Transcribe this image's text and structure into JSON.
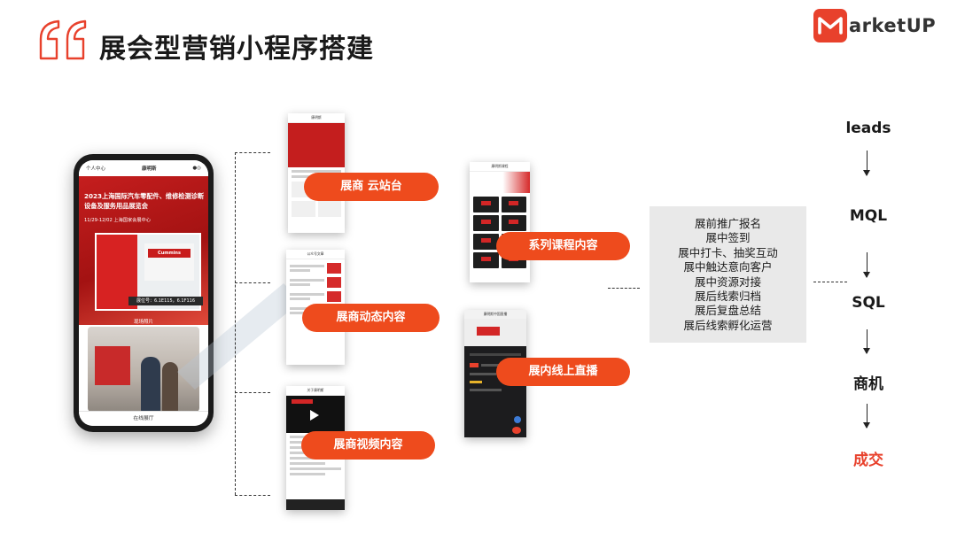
{
  "header": {
    "title": "展会型营销小程序搭建",
    "logo_text": "arketUP"
  },
  "phone": {
    "status_left": "个人中心",
    "status_center": "康明斯",
    "hero_title": "2023上海国际汽车零配件、维修检测诊断设备及服务用品展览会",
    "hero_subtitle": "11/29-12/02  上海国家会展中心",
    "booth_brand": "Cummins",
    "booth_number": "展位号：6.1E115，6.1F116",
    "photo_label": "现场照片",
    "footer_label": "在线展厅"
  },
  "mini_screens": {
    "yunzhantai_header": "康明斯",
    "dongtai_header": "公众号文章",
    "shipin_header": "关于康明斯",
    "kecheng_header": "康明斯课程",
    "zhibo_header": "康明斯中国直播"
  },
  "labels": {
    "yunzhantai": "展商 云站台",
    "kecheng": "系列课程内容",
    "dongtai": "展商动态内容",
    "zhibo": "展内线上直播",
    "shipin": "展商视频内容"
  },
  "process_list": [
    "展前推广报名",
    "展中签到",
    "展中打卡、抽奖互动",
    "展中触达意向客户",
    "展中资源对接",
    "展后线索归档",
    "展后复盘总结",
    "展后线索孵化运营"
  ],
  "funnel": [
    "leads",
    "MQL",
    "SQL",
    "商机",
    "成交"
  ],
  "colors": {
    "accent": "#ee4b1d",
    "brand_red": "#e8412c",
    "funnel_final": "#e8412c",
    "gray_box": "#e9e9e9"
  }
}
